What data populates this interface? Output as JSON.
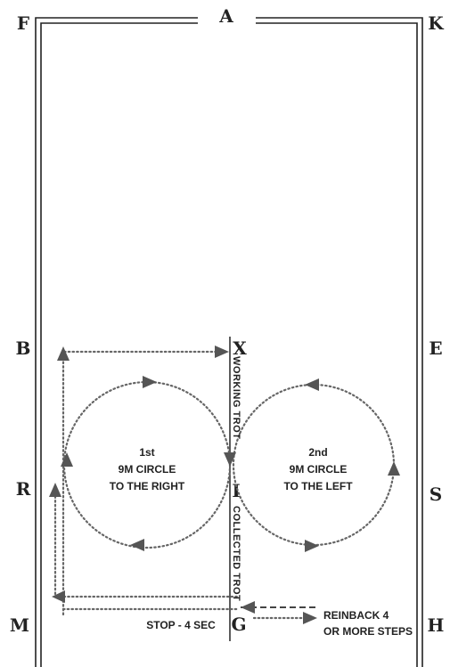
{
  "arena": {
    "letters": {
      "A": "A",
      "F": "F",
      "K": "K",
      "B": "B",
      "E": "E",
      "R": "R",
      "S": "S",
      "M": "M",
      "H": "H",
      "X": "X",
      "I": "I",
      "G": "G"
    }
  },
  "circles": {
    "first": {
      "line1": "1st",
      "line2": "9M CIRCLE",
      "line3": "TO THE RIGHT"
    },
    "second": {
      "line1": "2nd",
      "line2": "9M CIRCLE",
      "line3": "TO THE LEFT"
    }
  },
  "centerline": {
    "upper": "WORKING TROT",
    "lower": "COLLECTED TROT"
  },
  "instructions": {
    "halt": "STOP - 4 SEC",
    "reinback_line1": "REINBACK 4",
    "reinback_line2": "OR MORE STEPS"
  },
  "colors": {
    "lines": "#666666",
    "text": "#222222"
  }
}
